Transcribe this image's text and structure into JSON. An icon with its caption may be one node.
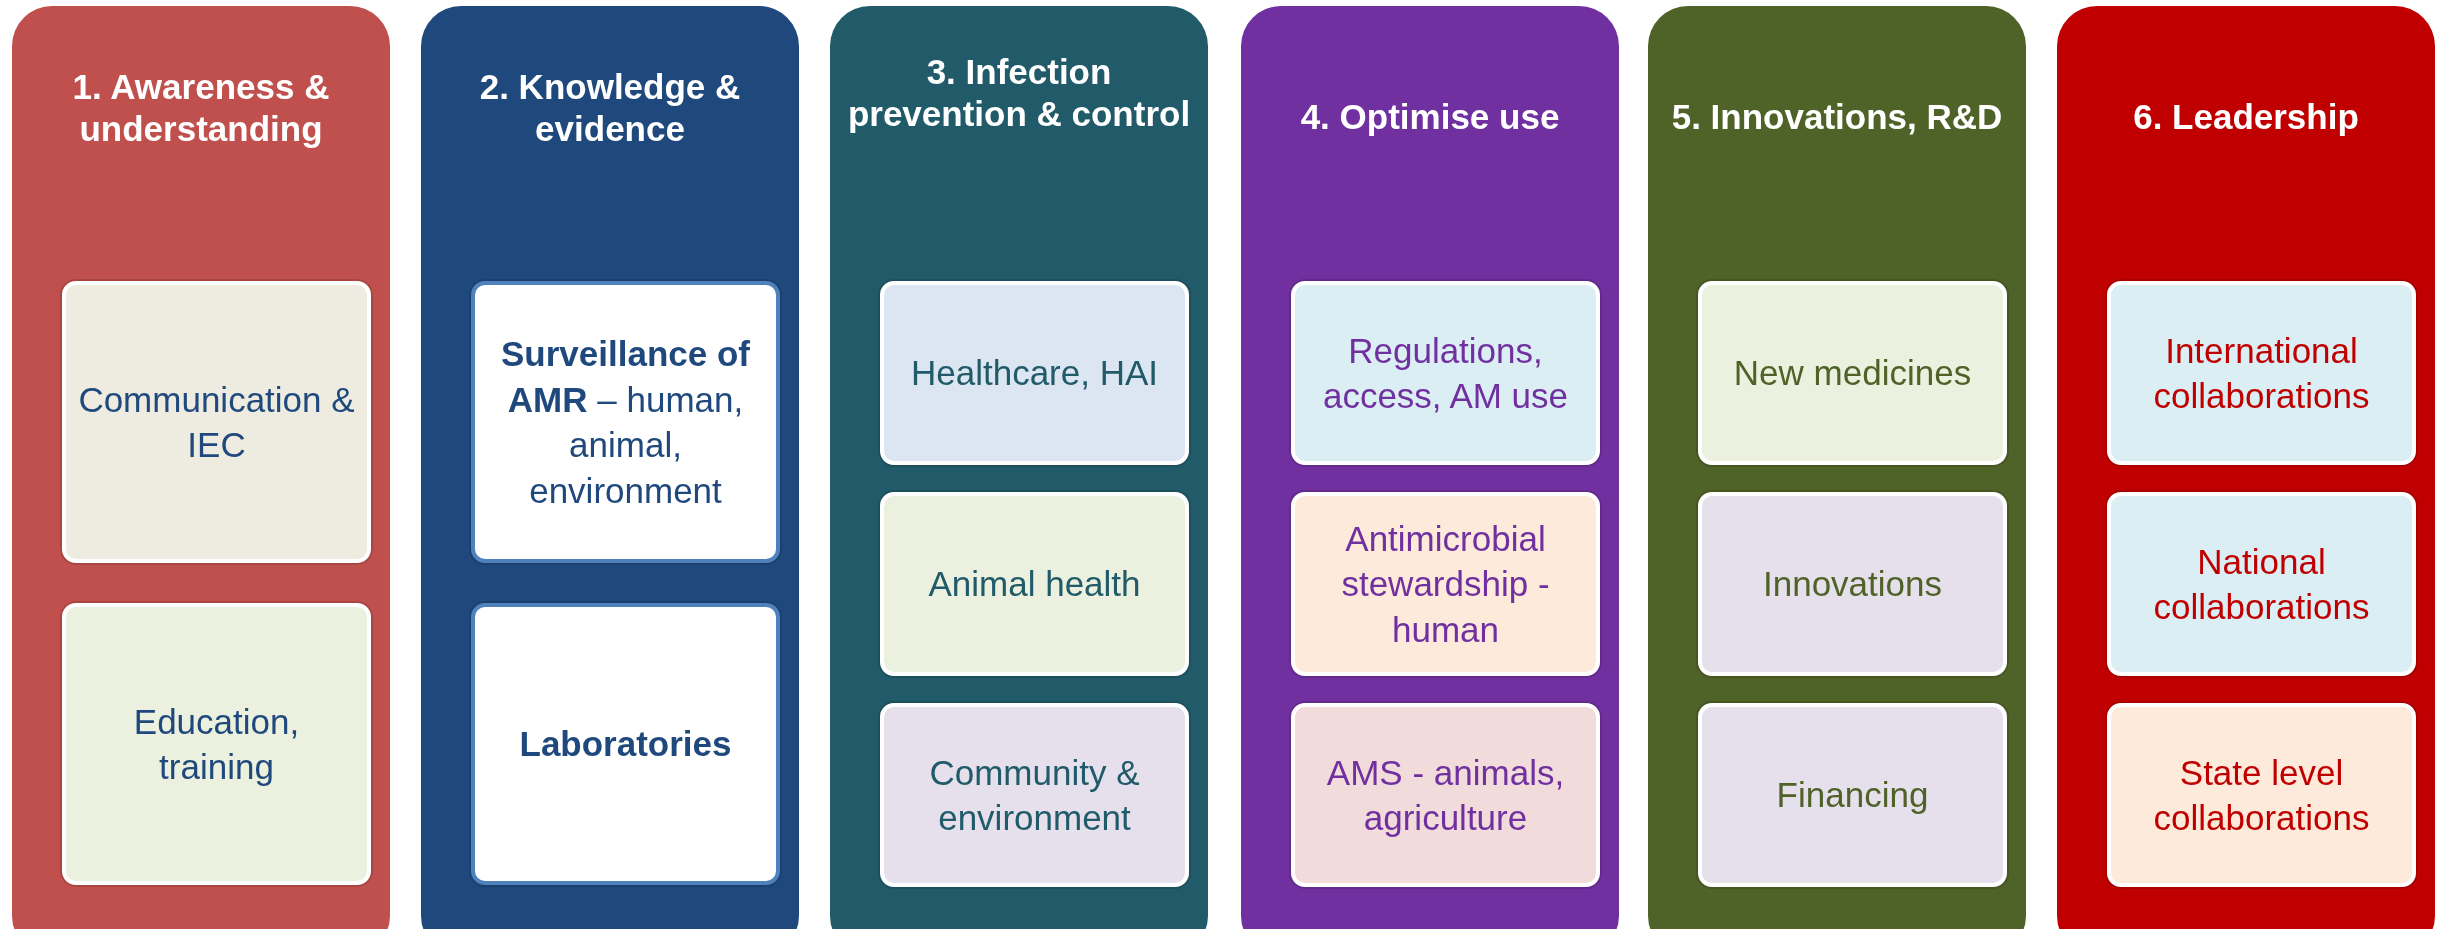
{
  "diagram": {
    "nodes": [
      {
        "text": [
          "1. Awareness & understanding"
        ]
      },
      {
        "text": [
          "Communication & IEC"
        ],
        "in": 0
      },
      {
        "text": [
          "Education, training"
        ],
        "in": 0
      },
      {
        "text": [
          "2. Knowledge & evidence"
        ]
      },
      {
        "text": [
          "**Surveillance of AMR** – human, animal, environment"
        ],
        "in": 3
      },
      {
        "text": [
          "Laboratories"
        ],
        "in": 3
      },
      {
        "text": [
          "3. Infection prevention & control"
        ]
      },
      {
        "text": [
          "Healthcare, HAI"
        ],
        "in": 6
      },
      {
        "text": [
          "Animal health"
        ],
        "in": 6
      },
      {
        "text": [
          "Community & environment"
        ],
        "in": 6
      },
      {
        "text": [
          "4. Optimise use"
        ]
      },
      {
        "text": [
          "Regulations, access, AM use"
        ],
        "in": 10
      },
      {
        "text": [
          "Antimicrobial stewardship - human"
        ],
        "in": 10
      },
      {
        "text": [
          "AMS - animals, agriculture"
        ],
        "in": 10
      },
      {
        "text": [
          "5. Innovations, R&D"
        ]
      },
      {
        "text": [
          "New medicines"
        ],
        "in": 14
      },
      {
        "text": [
          "Innovations"
        ],
        "in": 14
      },
      {
        "text": [
          "Financing"
        ],
        "in": 14
      },
      {
        "text": [
          "6. Leadership"
        ]
      },
      {
        "text": [
          "International collaborations"
        ],
        "in": 18
      },
      {
        "text": [
          "National collaborations"
        ],
        "in": 18
      },
      {
        "text": [
          "State level collaborations"
        ],
        "in": 18
      }
    ]
  }
}
